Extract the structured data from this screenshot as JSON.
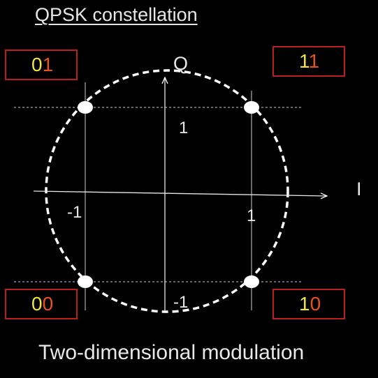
{
  "title": "QPSK constellation",
  "caption": "Two-dimensional modulation",
  "axes": {
    "i_label": "I",
    "q_label": "Q",
    "ticks": {
      "i_pos": "1",
      "i_neg": "-1",
      "q_pos": "1",
      "q_neg": "-1"
    }
  },
  "symbols": [
    {
      "bits": [
        "0",
        "1"
      ],
      "i": -1,
      "q": 1
    },
    {
      "bits": [
        "1",
        "1"
      ],
      "i": 1,
      "q": 1
    },
    {
      "bits": [
        "0",
        "0"
      ],
      "i": -1,
      "q": -1
    },
    {
      "bits": [
        "1",
        "0"
      ],
      "i": 1,
      "q": -1
    }
  ],
  "colors": {
    "background": "#000000",
    "first_bit": "#f0e341",
    "second_bit": "#e8521c",
    "box_border": "#b91f1f",
    "lines": "#ffffff"
  }
}
